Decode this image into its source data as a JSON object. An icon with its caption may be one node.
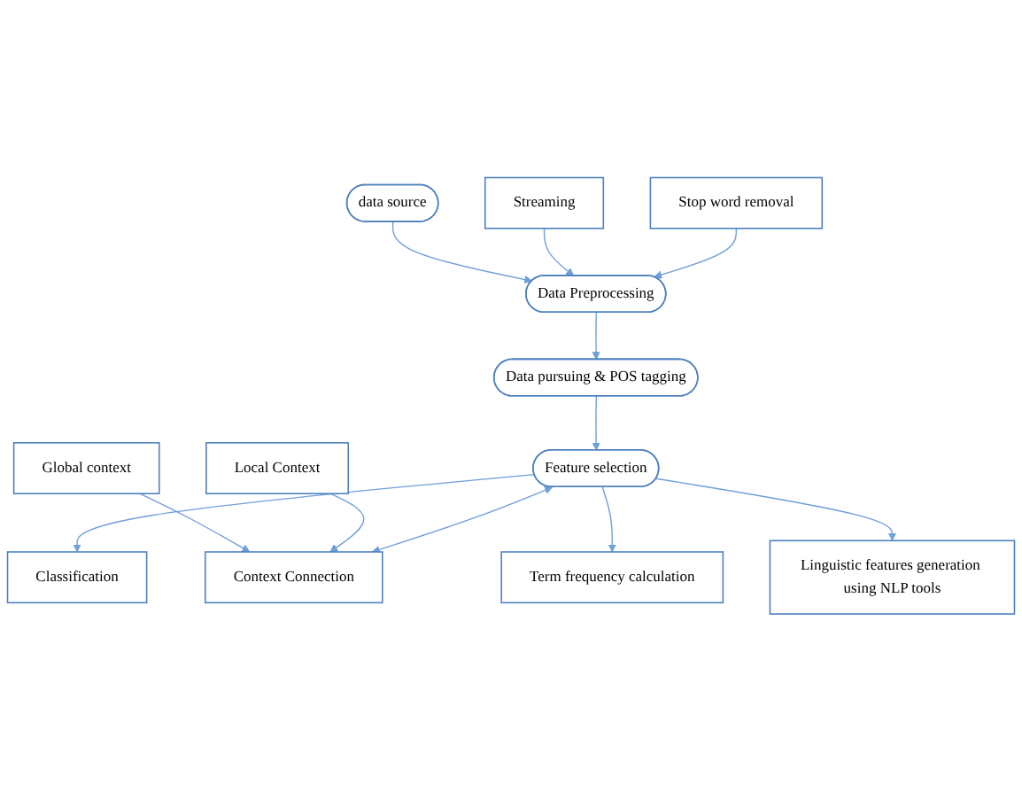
{
  "diagram": {
    "nodes": [
      {
        "text": [
          "Stop word removal"
        ]
      },
      {
        "text": [
          "Data Preprocessing"
        ]
      },
      {
        "text": [
          "data source"
        ]
      },
      {
        "text": [
          "Streaming"
        ]
      },
      {
        "text": [
          "Data pursuing & POS tagging"
        ]
      },
      {
        "text": [
          "Local Context"
        ]
      },
      {
        "text": [
          "Classification"
        ]
      },
      {
        "text": [
          "Feature selection"
        ]
      },
      {
        "text": [
          "Context Connection"
        ]
      },
      {
        "text": [
          "Term frequency calculation"
        ]
      },
      {
        "text": [
          "Linguistic features generation using NLP tools"
        ]
      },
      {
        "text": [
          "Global context"
        ]
      }
    ],
    "edges": [
      {
        "from": 0,
        "to": 1,
        "arrow": "to"
      },
      {
        "from": 3,
        "to": 1,
        "arrow": "to"
      },
      {
        "from": 2,
        "to": 1,
        "arrow": "to"
      },
      {
        "from": 1,
        "to": 4,
        "arrow": "to"
      },
      {
        "from": 4,
        "to": 7,
        "arrow": "to"
      },
      {
        "from": 7,
        "to": 6,
        "arrow": "to"
      },
      {
        "from": 7,
        "to": 8,
        "arrow": "both"
      },
      {
        "from": 7,
        "to": 9,
        "arrow": "to"
      },
      {
        "from": 7,
        "to": 10,
        "arrow": "to"
      },
      {
        "from": 5,
        "to": 8,
        "arrow": "to"
      },
      {
        "from": 11,
        "to": 8,
        "arrow": "to"
      }
    ]
  }
}
